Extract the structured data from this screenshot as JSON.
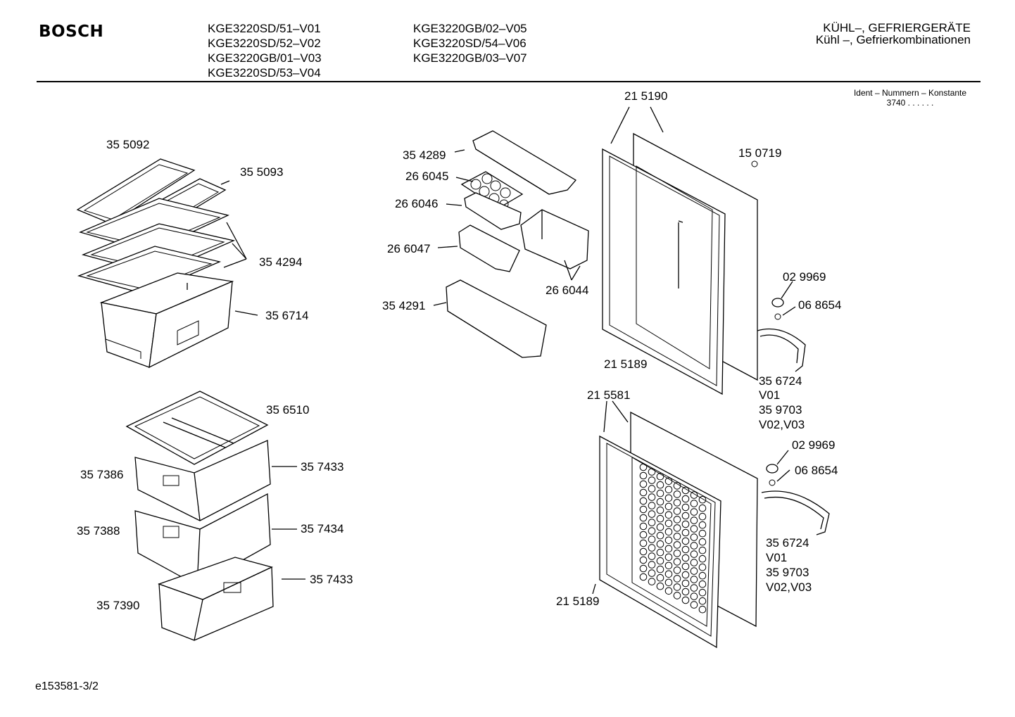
{
  "header": {
    "brand": "BOSCH",
    "models_col1": [
      "KGE3220SD/51–V01",
      "KGE3220SD/52–V02",
      "KGE3220GB/01–V03",
      "KGE3220SD/53–V04"
    ],
    "models_col2": [
      "KGE3220GB/02–V05",
      "KGE3220SD/54–V06",
      "KGE3220GB/03–V07"
    ],
    "title_line1": "KÜHL–, GEFRIERGERÄTE",
    "title_line2": "Kühl –, Gefrierkombinationen"
  },
  "ident": {
    "label": "Ident – Nummern – Konstante",
    "value": "3740  .  .    .  .  .  ."
  },
  "parts": {
    "p355092": "35 5092",
    "p355093": "35 5093",
    "p354294": "35 4294",
    "p356714": "35 6714",
    "p354289": "35 4289",
    "p266045": "26 6045",
    "p266046": "26 6046",
    "p266047": "26 6047",
    "p266044": "26 6044",
    "p354291": "35 4291",
    "p215190": "21 5190",
    "p150719": "15 0719",
    "p029969a": "02 9969",
    "p068654a": "06 8654",
    "p215189a": "21 5189",
    "p356724a": "35 6724",
    "v01a": "V01",
    "p359703a": "35 9703",
    "v0203a": "V02,V03",
    "p215581": "21 5581",
    "p029969b": "02 9969",
    "p068654b": "06 8654",
    "p356724b": "35 6724",
    "v01b": "V01",
    "p359703b": "35 9703",
    "v0203b": "V02,V03",
    "p215189b": "21 5189",
    "p356510": "35 6510",
    "p357386": "35 7386",
    "p357433a": "35 7433",
    "p357388": "35 7388",
    "p357434": "35 7434",
    "p357433b": "35 7433",
    "p357390": "35 7390"
  },
  "footer": {
    "doc_id": "e153581-3/2"
  }
}
